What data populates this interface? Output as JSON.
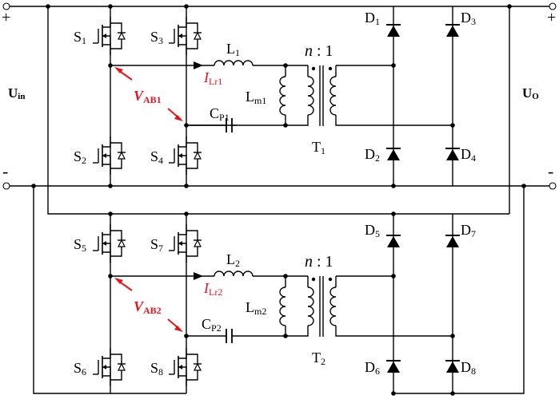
{
  "input": {
    "label": "U",
    "label_sub": "in",
    "plus": "+",
    "minus": "-"
  },
  "output": {
    "label": "U",
    "label_sub": "O",
    "plus": "+",
    "minus": "-"
  },
  "module1": {
    "switches": [
      {
        "main": "S",
        "sub": "1"
      },
      {
        "main": "S",
        "sub": "3"
      },
      {
        "main": "S",
        "sub": "2"
      },
      {
        "main": "S",
        "sub": "4"
      }
    ],
    "inductor": {
      "main": "L",
      "sub": "1"
    },
    "magnetizing": {
      "main": "L",
      "sub": "m1"
    },
    "capacitor": {
      "main": "C",
      "sub": "P1"
    },
    "current": {
      "main": "I",
      "sub": "Lr1"
    },
    "voltage": {
      "main": "V",
      "sub": "AB1"
    },
    "ratio": {
      "n": "n",
      "rest": " : 1"
    },
    "transformer": {
      "main": "T",
      "sub": "1"
    },
    "diodes": [
      {
        "main": "D",
        "sub": "1"
      },
      {
        "main": "D",
        "sub": "3"
      },
      {
        "main": "D",
        "sub": "2"
      },
      {
        "main": "D",
        "sub": "4"
      }
    ]
  },
  "module2": {
    "switches": [
      {
        "main": "S",
        "sub": "5"
      },
      {
        "main": "S",
        "sub": "7"
      },
      {
        "main": "S",
        "sub": "6"
      },
      {
        "main": "S",
        "sub": "8"
      }
    ],
    "inductor": {
      "main": "L",
      "sub": "2"
    },
    "magnetizing": {
      "main": "L",
      "sub": "m2"
    },
    "capacitor": {
      "main": "C",
      "sub": "P2"
    },
    "current": {
      "main": "I",
      "sub": "Lr2"
    },
    "voltage": {
      "main": "V",
      "sub": "AB2"
    },
    "ratio": {
      "n": "n",
      "rest": " : 1"
    },
    "transformer": {
      "main": "T",
      "sub": "2"
    },
    "diodes": [
      {
        "main": "D",
        "sub": "5"
      },
      {
        "main": "D",
        "sub": "7"
      },
      {
        "main": "D",
        "sub": "6"
      },
      {
        "main": "D",
        "sub": "8"
      }
    ]
  }
}
